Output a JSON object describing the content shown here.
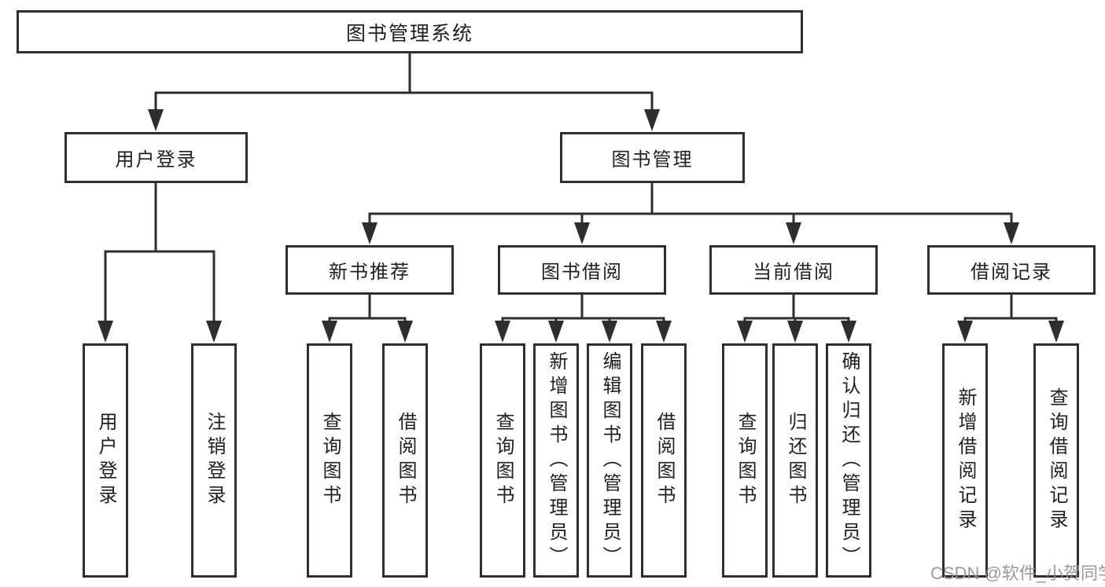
{
  "diagram": {
    "root": {
      "label": "图书管理系统"
    },
    "branches": [
      {
        "label": "用户登录",
        "children": [
          {
            "label": "用户登录"
          },
          {
            "label": "注销登录"
          }
        ]
      },
      {
        "label": "图书管理",
        "children": [
          {
            "label": "新书推荐",
            "children": [
              {
                "label": "查询图书"
              },
              {
                "label": "借阅图书"
              }
            ]
          },
          {
            "label": "图书借阅",
            "children": [
              {
                "label": "查询图书"
              },
              {
                "label": "新增图书（管理员）"
              },
              {
                "label": "编辑图书（管理员）"
              },
              {
                "label": "借阅图书"
              }
            ]
          },
          {
            "label": "当前借阅",
            "children": [
              {
                "label": "查询图书"
              },
              {
                "label": "归还图书"
              },
              {
                "label": "确认归还（管理员）"
              }
            ]
          },
          {
            "label": "借阅记录",
            "children": [
              {
                "label": "新增借阅记录"
              },
              {
                "label": "查询借阅记录"
              }
            ]
          }
        ]
      }
    ]
  },
  "watermark": {
    "text": "CSDN @软件_小贺同学"
  },
  "colors": {
    "line": "#2e2e2e",
    "box_border": "#2e2e2e",
    "text": "#1f1f1f",
    "background": "#ffffff",
    "watermark": "#919191"
  }
}
